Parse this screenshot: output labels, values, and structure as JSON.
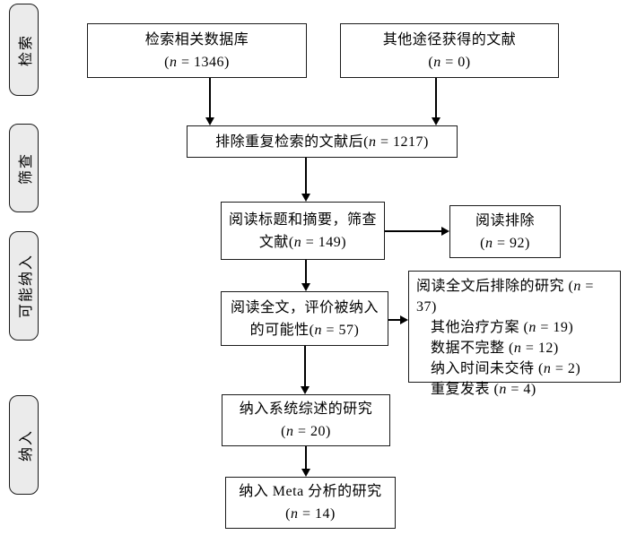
{
  "diagram": {
    "stages": {
      "search": "检索",
      "screening": "筛查",
      "eligibility": "可能纳入",
      "included": "纳入"
    },
    "boxes": {
      "database_search": {
        "line1": "检索相关数据库",
        "line2": "(n = 1346)"
      },
      "other_sources": {
        "line1": "其他途径获得的文献",
        "line2": "(n = 0)"
      },
      "after_dedup": {
        "line1": "排除重复检索的文献后(n = 1217)"
      },
      "title_abstract_screen": {
        "line1": "阅读标题和摘要，筛查",
        "line2": "文献(n = 149)"
      },
      "reading_excluded": {
        "line1": "阅读排除",
        "line2": "(n = 92)"
      },
      "full_text_review": {
        "line1": "阅读全文，评价被纳入",
        "line2": "的可能性(n = 57)"
      },
      "full_text_excluded": {
        "line1": "阅读全文后排除的研究 (n = 37)",
        "reasons": [
          "其他治疗方案 (n = 19)",
          "数据不完整 (n = 12)",
          "纳入时间未交待 (n = 2)",
          "重复发表 (n = 4)"
        ]
      },
      "systematic_review_included": {
        "line1": "纳入系统综述的研究",
        "line2": "(n = 20)"
      },
      "meta_analysis_included": {
        "line1": "纳入 Meta 分析的研究",
        "line2": "(n = 14)"
      }
    }
  }
}
